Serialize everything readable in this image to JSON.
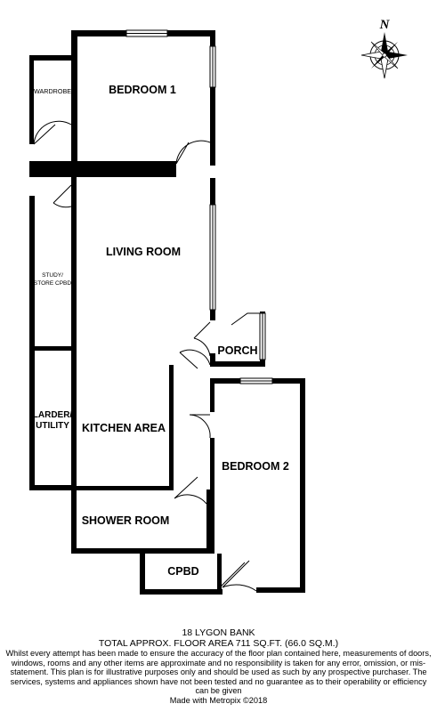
{
  "compass": {
    "north_letter": "N",
    "icon": "compass-rose-icon"
  },
  "rooms": {
    "bedroom1": "BEDROOM 1",
    "wardrobe": "WARDROBE",
    "living_room": "LIVING ROOM",
    "study_line1": "STUDY/",
    "study_line2": "STORE CPBD",
    "porch": "PORCH",
    "larder_line1": "LARDER/",
    "larder_line2": "UTILITY",
    "kitchen": "KITCHEN AREA",
    "bedroom2": "BEDROOM 2",
    "shower_room": "SHOWER ROOM",
    "cpbd": "CPBD"
  },
  "footer": {
    "address": "18 LYGON BANK",
    "area": "TOTAL APPROX. FLOOR AREA 711 SQ.FT. (66.0 SQ.M.)",
    "disclaimer": "Whilst every attempt has been made to ensure the accuracy of the floor plan contained here, measurements of doors, windows, rooms and any other items are approximate and no responsibility is taken for any error, omission, or mis-statement. This plan is for illustrative purposes only and should be used as such by any prospective purchaser. The services, systems and appliances shown have not been tested and no guarantee as to their operability or efficiency can be given",
    "credit": "Made with Metropix ©2018"
  }
}
